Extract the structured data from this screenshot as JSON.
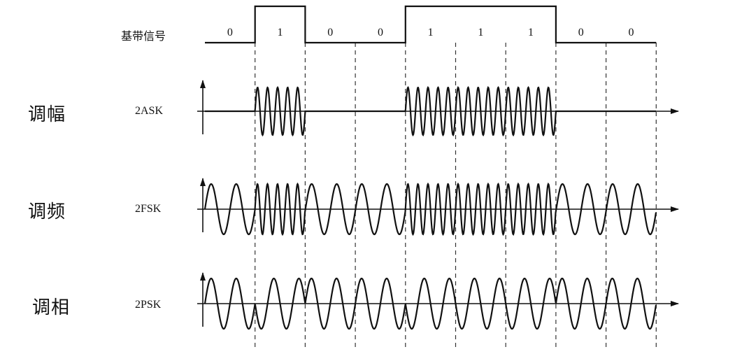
{
  "baseband": {
    "label": "基带信号",
    "bits": [
      "0",
      "1",
      "0",
      "0",
      "1",
      "1",
      "1",
      "0",
      "0"
    ]
  },
  "rows": [
    {
      "title": "调幅",
      "label": "2ASK"
    },
    {
      "title": "调频",
      "label": "2FSK"
    },
    {
      "title": "调相",
      "label": "2PSK"
    }
  ],
  "colors": {
    "line": "#111111",
    "dash": "#333333"
  }
}
